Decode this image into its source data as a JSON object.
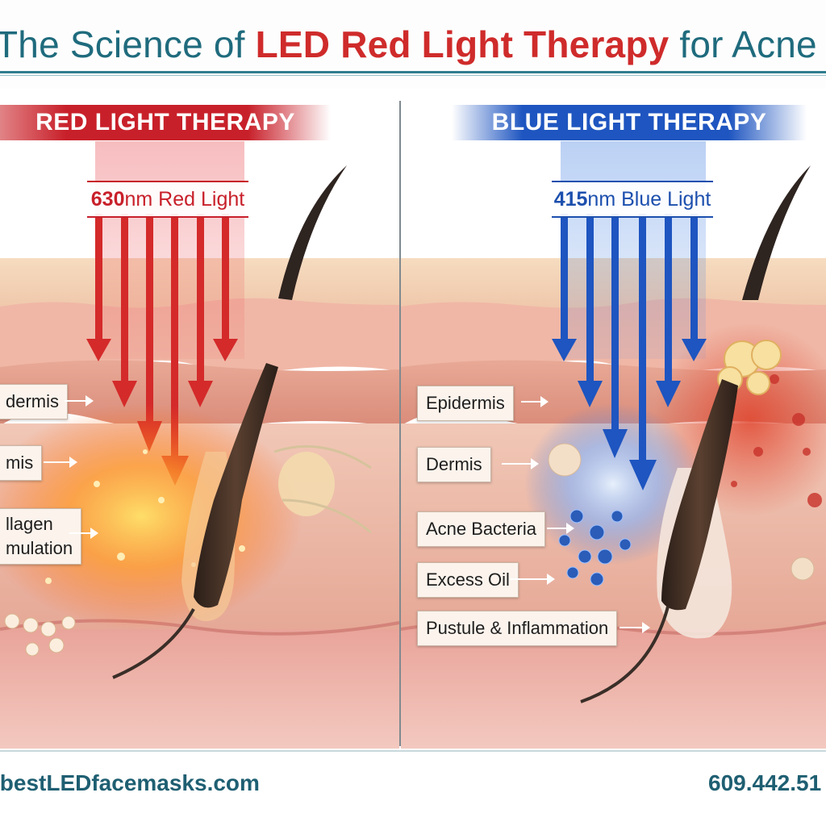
{
  "header": {
    "title_prefix": "The Science of ",
    "title_highlight": "LED Red Light Therapy",
    "title_suffix": " for Acne"
  },
  "red_panel": {
    "banner": "RED LIGHT THERAPY",
    "wavelength_value": "630",
    "wavelength_unit": "nm Red Light",
    "labels": [
      "dermis",
      "mis",
      "llagen",
      "mulation"
    ],
    "colors": {
      "beam": "#d42a2a",
      "banner": "#c8202a"
    }
  },
  "blue_panel": {
    "banner": "BLUE LIGHT THERAPY",
    "wavelength_value": "415",
    "wavelength_unit": "nm Blue Light",
    "labels": [
      "Epidermis",
      "Dermis",
      "Acne Bacteria",
      "Excess Oil",
      "Pustule & Inflammation"
    ],
    "colors": {
      "beam": "#1e55c0",
      "banner": "#1e55c0"
    }
  },
  "footer": {
    "website": "bestLEDfacemasks.com",
    "phone": "609.442.51"
  }
}
